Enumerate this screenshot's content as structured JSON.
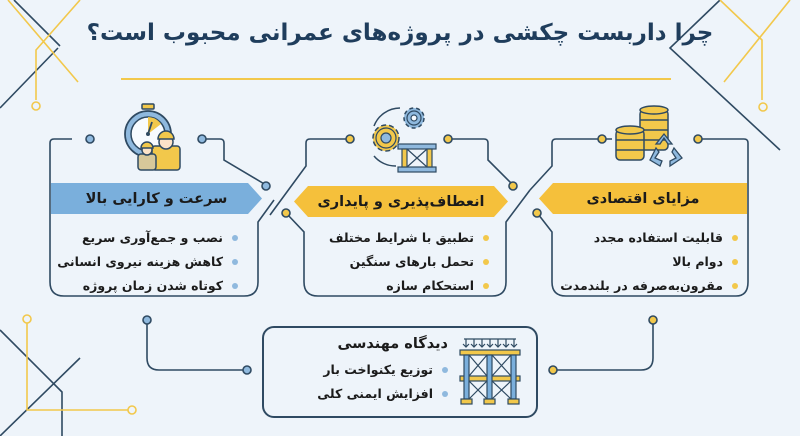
{
  "title": "چرا داربست چکشی در پروژه‌های عمرانی محبوب است؟",
  "colors": {
    "background": "#eef4fa",
    "navy": "#2f4a62",
    "title": "#1f3d5c",
    "yellow": "#f5c03b",
    "blue": "#7aafdc"
  },
  "cards": [
    {
      "heading": "سرعت و کارایی بالا",
      "icon": "stopwatch-workers-icon",
      "accent": "blue",
      "items": [
        "نصب و جمع‌آوری سریع",
        "کاهش هزینه نیروی انسانی",
        "کوتاه شدن زمان پروژه"
      ]
    },
    {
      "heading": "انعطاف‌پذیری و پایداری",
      "icon": "gears-frame-icon",
      "accent": "yellow",
      "items": [
        "تطبیق با شرایط مختلف",
        "تحمل بارهای سنگین",
        "استحکام سازه"
      ]
    },
    {
      "heading": "مزایای اقتصادی",
      "icon": "coins-recycle-icon",
      "accent": "yellow",
      "items": [
        "قابلیت استفاده مجدد",
        "دوام بالا",
        "مقرون‌به‌صرفه در بلندمدت"
      ]
    }
  ],
  "engineering": {
    "heading": "دیدگاه مهندسی",
    "icon": "scaffold-load-icon",
    "items": [
      "توزیع یکنواخت بار",
      "افزایش ایمنی کلی"
    ]
  }
}
